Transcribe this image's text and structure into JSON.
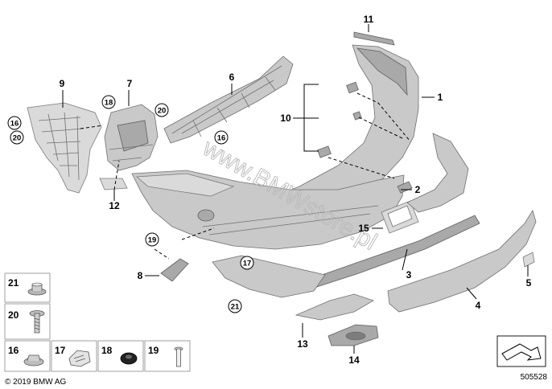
{
  "callouts": {
    "c1": "1",
    "c2": "2",
    "c3": "3",
    "c4": "4",
    "c5": "5",
    "c6": "6",
    "c7": "7",
    "c8": "8",
    "c9": "9",
    "c10": "10",
    "c11": "11",
    "c12": "12",
    "c13": "13",
    "c14": "14",
    "c15": "15"
  },
  "circled": {
    "c16a": "16",
    "c16b": "16",
    "c17": "17",
    "c18": "18",
    "c19": "19",
    "c20a": "20",
    "c20b": "20",
    "c21": "21"
  },
  "legend": {
    "r21": "21",
    "r20": "20",
    "r16": "16",
    "r17": "17",
    "r18": "18",
    "r19": "19"
  },
  "copyright": "© 2019 BMW AG",
  "diagram_number": "505528",
  "watermark": "www.BMWstore.pl"
}
